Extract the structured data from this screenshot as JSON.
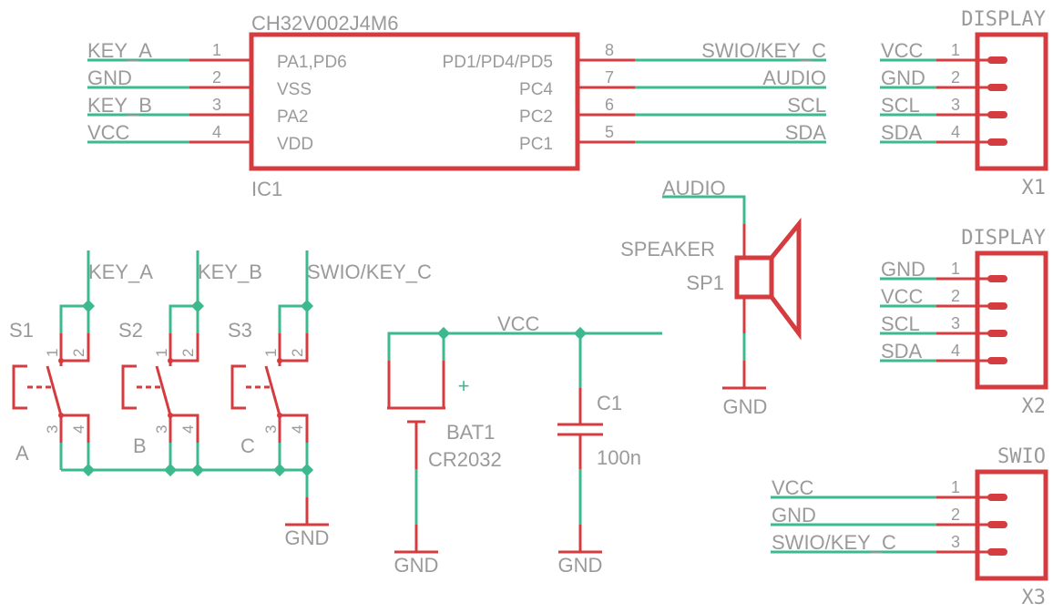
{
  "colors": {
    "net": "#3dba8d",
    "symbol": "#d43c3f",
    "text": "#9a9a9a",
    "background": "#ffffff"
  },
  "ic1": {
    "part": "CH32V002J4M6",
    "ref": "IC1",
    "left_pins": [
      {
        "num": "1",
        "name": "PA1,PD6",
        "net": "KEY_A"
      },
      {
        "num": "2",
        "name": "VSS",
        "net": "GND"
      },
      {
        "num": "3",
        "name": "PA2",
        "net": "KEY_B"
      },
      {
        "num": "4",
        "name": "VDD",
        "net": "VCC"
      }
    ],
    "right_pins": [
      {
        "num": "8",
        "name": "PD1/PD4/PD5",
        "net": "SWIO/KEY_C"
      },
      {
        "num": "7",
        "name": "PC4",
        "net": "AUDIO"
      },
      {
        "num": "6",
        "name": "PC2",
        "net": "SCL"
      },
      {
        "num": "5",
        "name": "PC1",
        "net": "SDA"
      }
    ]
  },
  "x1": {
    "title": "DISPLAY",
    "ref": "X1",
    "pins": [
      {
        "num": "1",
        "net": "VCC"
      },
      {
        "num": "2",
        "net": "GND"
      },
      {
        "num": "3",
        "net": "SCL"
      },
      {
        "num": "4",
        "net": "SDA"
      }
    ]
  },
  "x2": {
    "title": "DISPLAY",
    "ref": "X2",
    "pins": [
      {
        "num": "1",
        "net": "GND"
      },
      {
        "num": "2",
        "net": "VCC"
      },
      {
        "num": "3",
        "net": "SCL"
      },
      {
        "num": "4",
        "net": "SDA"
      }
    ]
  },
  "x3": {
    "title": "SWIO",
    "ref": "X3",
    "pins": [
      {
        "num": "1",
        "net": "VCC"
      },
      {
        "num": "2",
        "net": "GND"
      },
      {
        "num": "3",
        "net": "SWIO/KEY_C"
      }
    ]
  },
  "switches": [
    {
      "ref": "S1",
      "value": "A",
      "net": "KEY_A",
      "pins": [
        "1",
        "2",
        "3",
        "4"
      ]
    },
    {
      "ref": "S2",
      "value": "B",
      "net": "KEY_B",
      "pins": [
        "1",
        "2",
        "3",
        "4"
      ]
    },
    {
      "ref": "S3",
      "value": "C",
      "net": "SWIO/KEY_C",
      "pins": [
        "1",
        "2",
        "3",
        "4"
      ]
    }
  ],
  "switch_gnd": "GND",
  "bat1": {
    "ref": "BAT1",
    "value": "CR2032",
    "plus": "+",
    "gnd": "GND"
  },
  "c1": {
    "ref": "C1",
    "value": "100n",
    "gnd": "GND"
  },
  "vcc_net": "VCC",
  "sp1": {
    "ref": "SP1",
    "value": "SPEAKER",
    "net": "AUDIO",
    "gnd": "GND"
  }
}
